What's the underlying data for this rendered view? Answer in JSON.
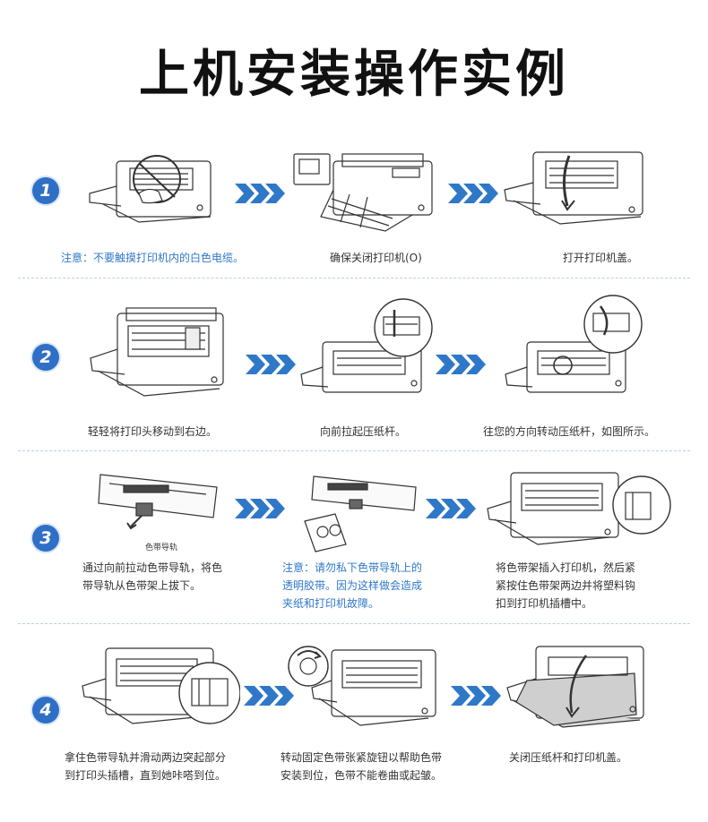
{
  "title": "上机安装操作实例",
  "colors": {
    "accent": "#2f6fc6",
    "note": "#2f78c8",
    "arrow": "#2f78c8",
    "divider": "#b9cfe6"
  },
  "steps": [
    {
      "number": "1",
      "panels": [
        {
          "caption": [
            "注意：不要触摸打印机内的白色电缆。"
          ],
          "note": true
        },
        {
          "caption": [
            "确保关闭打印机(O)"
          ],
          "note": false
        },
        {
          "caption": [
            "打开打印机盖。"
          ],
          "note": false
        }
      ]
    },
    {
      "number": "2",
      "panels": [
        {
          "caption": [
            "轻轻将打印头移动到右边。"
          ],
          "note": false
        },
        {
          "caption": [
            "向前拉起压纸杆。"
          ],
          "note": false
        },
        {
          "caption": [
            "往您的方向转动压纸杆，如图所示。"
          ],
          "note": false
        }
      ]
    },
    {
      "number": "3",
      "panels": [
        {
          "caption": [
            "通过向前拉动色带导轨，将色",
            "带导轨从色带架上拔下。"
          ],
          "note": false,
          "label": "色带导轨"
        },
        {
          "caption": [
            "注意：请勿私下色带导轨上的",
            "透明胶带。因为这样做会造成",
            "夹纸和打印机故障。"
          ],
          "note": true
        },
        {
          "caption": [
            "将色带架插入打印机，然后紧",
            "紧按住色带架两边并将塑料钩",
            "扣到打印机插槽中。"
          ],
          "note": false
        }
      ]
    },
    {
      "number": "4",
      "panels": [
        {
          "caption": [
            "拿住色带导轨并滑动两边突起部分",
            "到打印头插槽，直到她咔嗒到位。"
          ],
          "note": false
        },
        {
          "caption": [
            "转动固定色带张紧旋钮以帮助色带",
            "安装到位，色带不能卷曲或起皱。"
          ],
          "note": false
        },
        {
          "caption": [
            "关闭压纸杆和打印机盖。"
          ],
          "note": false
        }
      ]
    }
  ]
}
